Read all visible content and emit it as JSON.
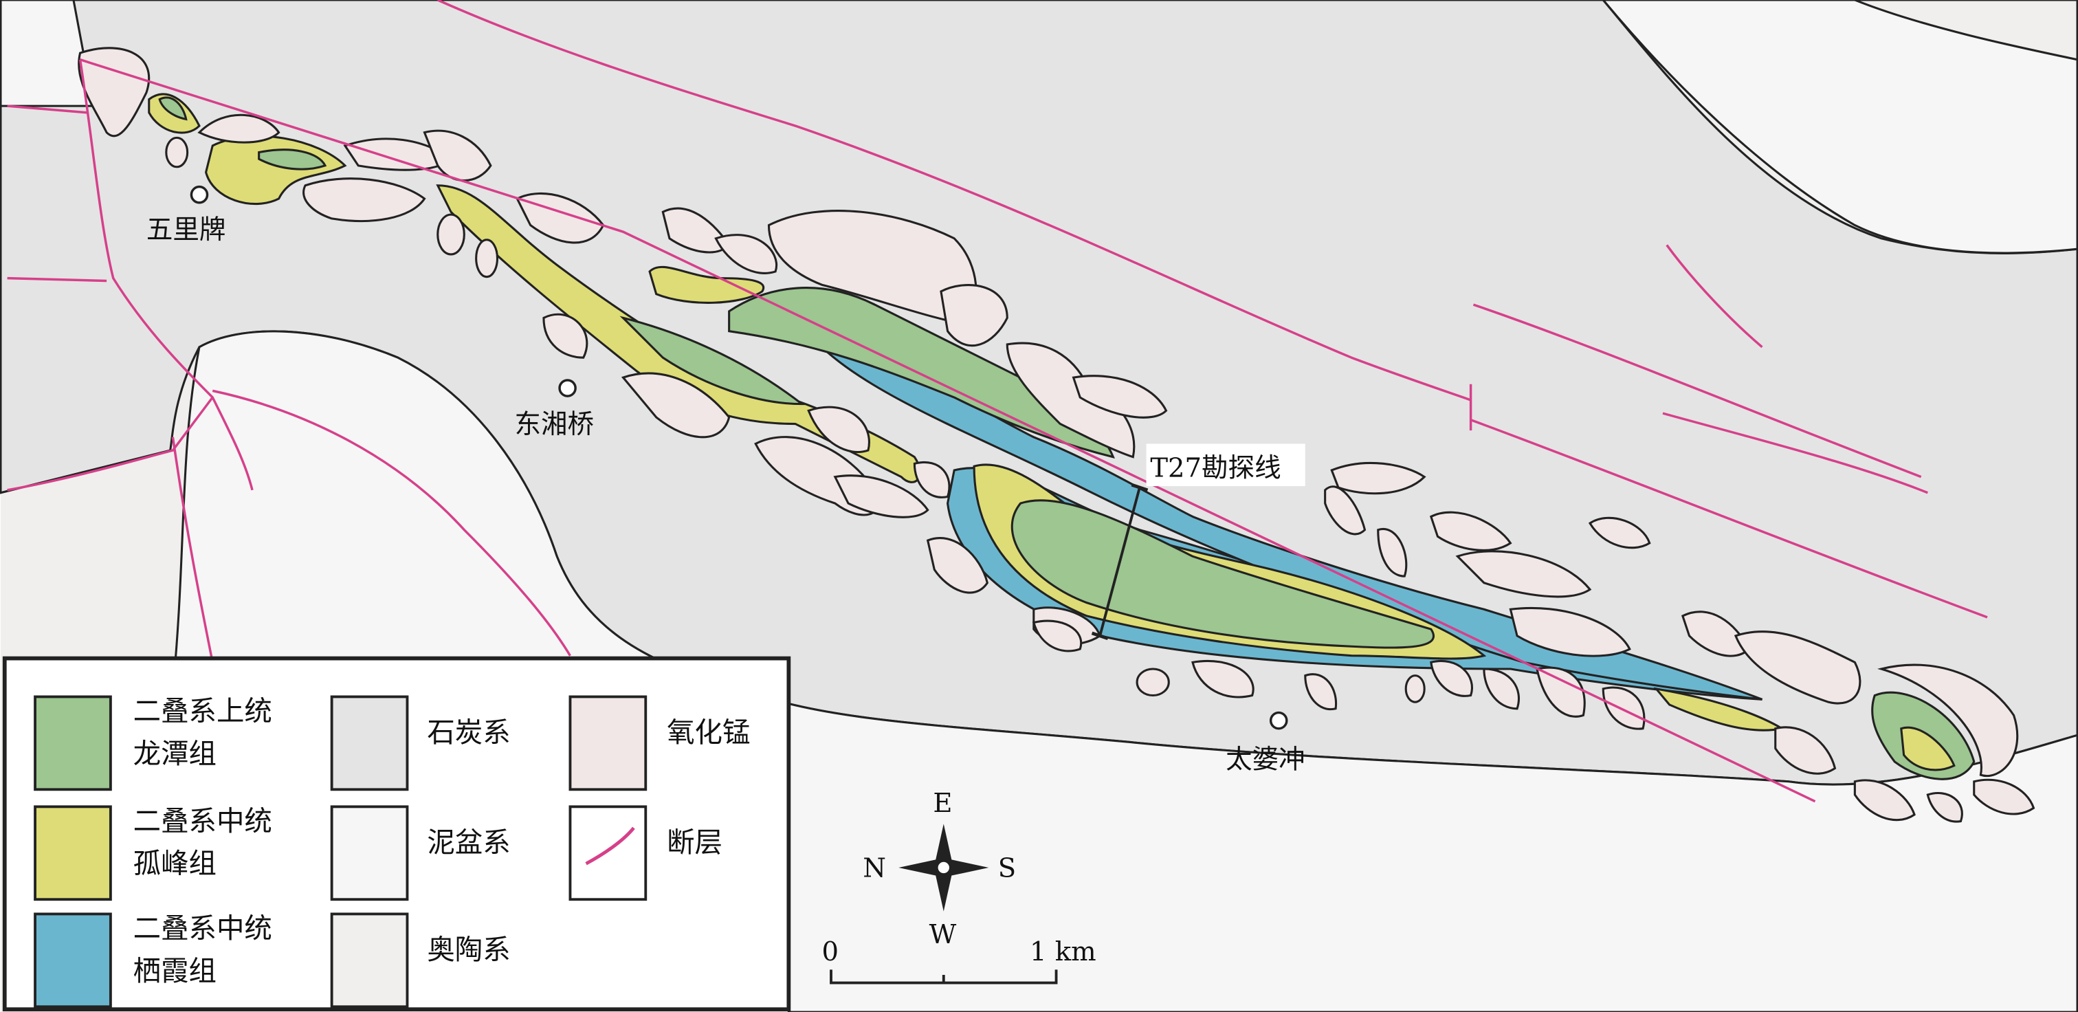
{
  "map": {
    "places": {
      "wulipai": "五里牌",
      "dongxiangqiao": "东湘桥",
      "taipochong": "太婆冲"
    },
    "section_line_label": "T27勘探线",
    "compass": {
      "north": "N",
      "south": "S",
      "east": "E",
      "west": "W"
    },
    "scale_bar": {
      "start": "0",
      "end": "1 km"
    }
  },
  "legend": {
    "items": [
      {
        "line1": "二叠系上统",
        "line2": "龙潭组",
        "color": "#9dc690"
      },
      {
        "line1": "二叠系中统",
        "line2": "孤峰组",
        "color": "#dedc76"
      },
      {
        "line1": "二叠系中统",
        "line2": "栖霞组",
        "color": "#6bb6cf"
      },
      {
        "line1": "石炭系",
        "color": "#e4e4e4"
      },
      {
        "line1": "泥盆系",
        "color": "#f6f6f6"
      },
      {
        "line1": "奥陶系",
        "color": "#f1efee"
      },
      {
        "line1": "氧化锰",
        "color": "#f2e7e7"
      },
      {
        "line1": "断层",
        "color": "#d6408a"
      }
    ]
  }
}
